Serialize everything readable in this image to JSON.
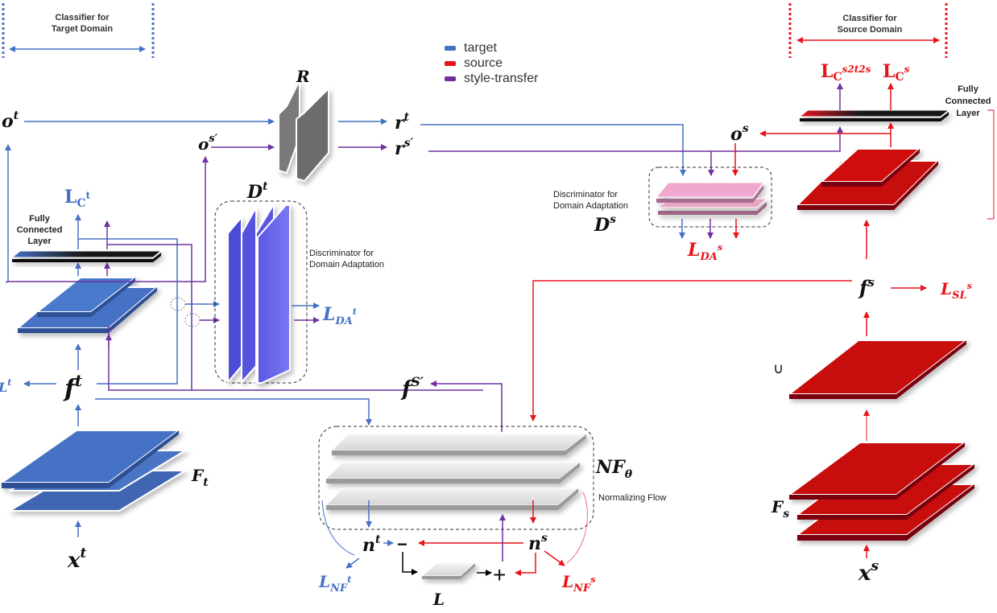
{
  "colors": {
    "target": "#4472c4",
    "source": "#e8141a",
    "style_transfer": "#7030a0",
    "neutral": "#000000"
  },
  "legend": [
    {
      "label": "target",
      "color": "#4472c4"
    },
    {
      "label": "source",
      "color": "#e8141a"
    },
    {
      "label": "style-transfer",
      "color": "#7030a0"
    }
  ],
  "brackets": {
    "target_classifier": [
      "Classifier for",
      "Target Domain"
    ],
    "source_classifier": [
      "Classifier for",
      "Source Domain"
    ]
  },
  "target_branch": {
    "input": "x",
    "input_sup": "t",
    "encoder": "F",
    "encoder_sub": "t",
    "feature": "f",
    "feature_sup": "t",
    "feature_loss": "L",
    "feature_loss_sup": "t",
    "fc_label": [
      "Fully",
      "Connected",
      "Layer"
    ],
    "output": "o",
    "output_sup": "t",
    "cls_loss": "L",
    "cls_loss_sub": "C",
    "cls_loss_sup": "t"
  },
  "discriminator_target": {
    "name": "D",
    "name_sup": "t",
    "caption": [
      "Discriminator for",
      "Domain Adaptation"
    ],
    "loss": "L",
    "loss_sub": "DA",
    "loss_sup": "t"
  },
  "style": {
    "output": "o",
    "output_sup": "s′",
    "feature": "f",
    "feature_sup": "S′"
  },
  "regressor": {
    "name": "R",
    "out_target": "r",
    "out_target_sup": "t",
    "out_style": "r",
    "out_style_sup": "s′"
  },
  "discriminator_source": {
    "name": "D",
    "name_sup": "s",
    "caption": [
      "Discriminator for",
      "Domain Adaptation"
    ],
    "loss": "L",
    "loss_sub": "DA",
    "loss_sup": "s"
  },
  "source_branch": {
    "input": "x",
    "input_sup": "s",
    "encoder": "F",
    "encoder_sub": "s",
    "union_symbol": "∪",
    "feature": "f",
    "feature_sup": "s",
    "sl_loss": "L",
    "sl_loss_sub": "SL",
    "sl_loss_sup": "s",
    "fc_label": [
      "Fully",
      "Connected",
      "Layer"
    ],
    "output": "o",
    "output_sup": "s",
    "cls_loss": "L",
    "cls_loss_sub": "C",
    "cls_loss_sup": "s",
    "cls_s2t2s_loss": "L",
    "cls_s2t2s_loss_sub": "C",
    "cls_s2t2s_loss_sup": "s2t2s"
  },
  "normalizing_flow": {
    "name": "NF",
    "name_sub": "θ",
    "caption": "Normalizing Flow",
    "n_target": "n",
    "n_target_sup": "t",
    "n_source": "n",
    "n_source_sup": "s",
    "minus": "−",
    "plus": "+",
    "L_block": "L",
    "loss_target": "L",
    "loss_target_sub": "NF",
    "loss_target_sup": "t",
    "loss_source": "L",
    "loss_source_sub": "NF",
    "loss_source_sup": "s"
  }
}
